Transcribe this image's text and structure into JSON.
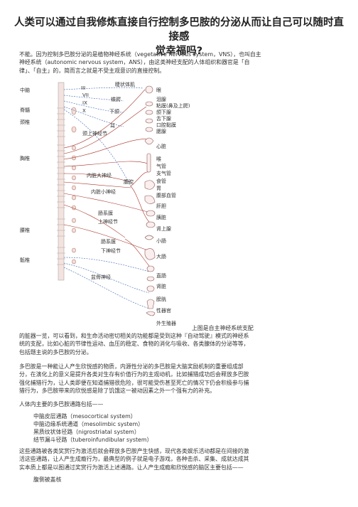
{
  "article": {
    "title_line1": "人类可以通过自我修炼直接自行控制多巴胺的分泌从而让自己可以随时直接感",
    "title_line2": "觉幸福吗?",
    "intro": "不能。因为控制多巴胺分泌的是植物神经系统（vegetative nervous system，VNS），也叫自主\n神经系统（autonomic nervous system，ANS），由这类神经支配的人体组织和器官是「自\n律」、「自主」的，简而言之就是不受主观意识的直接控制。",
    "caption": "上图是自主神经系统支配",
    "after_caption": "的脏器一览，可以看到，和生命活动密切相关的功能都是受到这种『自动驾驶』模式的神经系\n统的支配，比如心脏的节律性运动、血压的稳定、食物的消化与吸收、各类腺体的分泌等等，\n包括题主说的多巴胺的分泌。",
    "para2": "多巴胺是一种能让人产生欣悦感的物质，内源性分泌的多巴胺是大脑奖励机制的重要组成部\n分，在演化上的意义是提升各类对生存有价值行为的主观动机，比如捕猎成功后会释放多巴胺\n强化捕猎行为，让人类即便在知道捕猎很危险，很可能受伤甚至死亡的情况下仍会积极参与捕\n猎行为，多巴胺带来的欣悦感是除了饥饿这一被动因素之外一个强有力的补充。",
    "pathways_intro": "人体内主要的多巴胺通路包括——",
    "pathways": [
      "中脑皮层通路（mesocortical system）",
      "中脑边缘系统通道（mesolimbic system）",
      "黑质纹状体径路（nigrostriatal system）",
      "结节漏斗径路（tuberoinfundibular system）"
    ],
    "para3": "这些通路被各类奖赏行为激活后就会释放多巴胺产生快感，现代各类娱乐活动都是在间接的激\n活这些通路，让人产生成瘾行为，最典型的例子就是电子游戏，各种击杀、采集、成就达成其\n实本质上都是以图通过奖赏行为激活上述通路。让人产生成瘾和欣悦感的脑区主要包括——",
    "brain_area": "腹侧被盖核"
  },
  "figure": {
    "spine_labels": [
      "中脑",
      "脊髓",
      "颈椎",
      "胸椎",
      "腰椎",
      "骶椎"
    ],
    "roman_labels": [
      "III",
      "VII",
      "IX",
      "X"
    ],
    "ganglion_labels": [
      "睫状体肌",
      "蝶腭",
      "下颌",
      "耳",
      "颈上神经节",
      "内脏大神经",
      "腹腔",
      "内脏小神经",
      "肠系膜",
      "上神经节",
      "肠系膜",
      "下神经节",
      "盆骨神经"
    ],
    "organ_labels": [
      "眼",
      "泪腺",
      "粘膜(鼻及上腭)",
      "颌下腺",
      "舌下腺",
      "口腔黏膜",
      "腮腺",
      "心脏",
      "喉",
      "气管",
      "支气管",
      "食管",
      "胃",
      "腹部血管",
      "肝胆",
      "胰脏",
      "肾上腺",
      "小肠",
      "大肠",
      "直肠",
      "肾脏",
      "膀胱",
      "性器官",
      "外生殖器"
    ],
    "accent_red": "#a83228",
    "accent_blue": "#3a67b0"
  }
}
